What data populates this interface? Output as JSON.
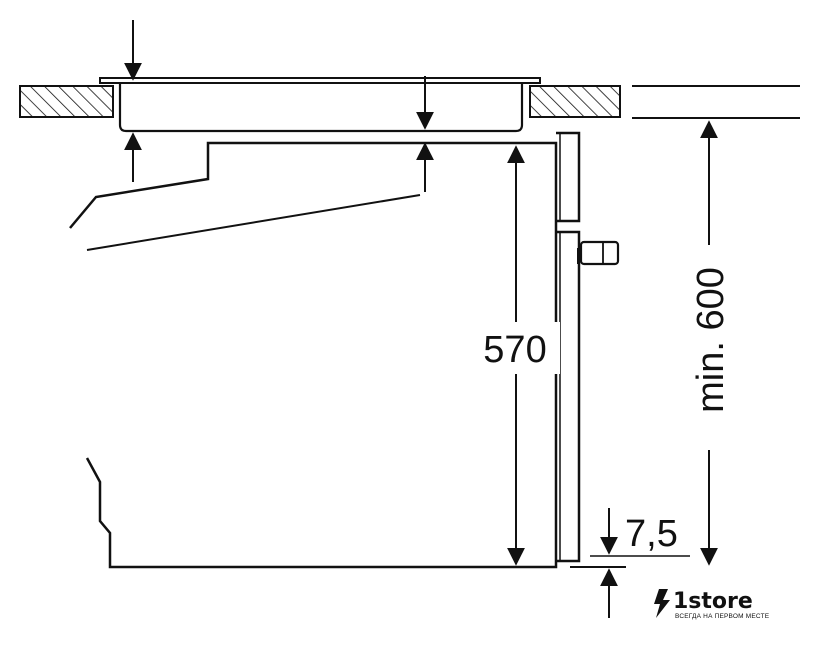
{
  "dimensions": {
    "oven_height": "570",
    "niche_height": "min. 600",
    "bottom_gap": "7,5"
  },
  "watermark": {
    "brand": "1store",
    "tagline": "ВСЕГДА НА ПЕРВОМ МЕСТЕ"
  },
  "colors": {
    "line": "#111111",
    "background": "#ffffff"
  }
}
